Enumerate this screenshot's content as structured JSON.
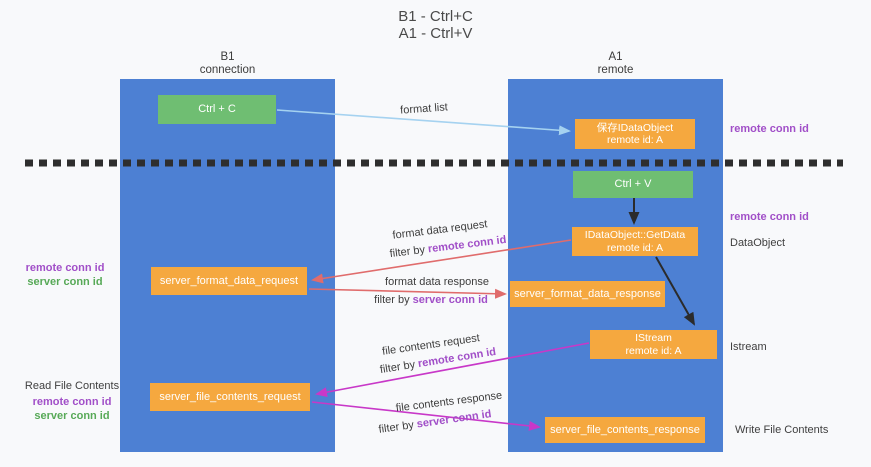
{
  "title": {
    "line1": "B1 - Ctrl+C",
    "line2": "A1 - Ctrl+V"
  },
  "lifelines": {
    "b1": {
      "name": "B1",
      "role": "connection"
    },
    "a1": {
      "name": "A1",
      "role": "remote"
    }
  },
  "nodes": {
    "ctrl_c": {
      "label": "Ctrl + C"
    },
    "ctrl_v": {
      "label": "Ctrl + V"
    },
    "save_idataobject": {
      "line1": "保存IDataObject",
      "line2": "remote id: A"
    },
    "getdata": {
      "line1": "IDataObject::GetData",
      "line2": "remote id: A"
    },
    "istream": {
      "line1": "IStream",
      "line2": "remote id: A"
    },
    "server_format_data_request": {
      "label": "server_format_data_request"
    },
    "server_format_data_response": {
      "label": "server_format_data_response"
    },
    "server_file_contents_request": {
      "label": "server_file_contents_request"
    },
    "server_file_contents_response": {
      "label": "server_file_contents_response"
    }
  },
  "edge_labels": {
    "format_list": "format list",
    "format_data_request": "format data request",
    "format_data_response": "format data response",
    "file_contents_request": "file contents request",
    "file_contents_response": "file contents response",
    "filter_by": "filter by",
    "remote_conn_id": "remote conn id",
    "server_conn_id": "server conn id"
  },
  "side_labels": {
    "remote_conn_id": "remote conn id",
    "server_conn_id": "server conn id",
    "data_object": "DataObject",
    "istream": "Istream",
    "read_file_contents": "Read File Contents",
    "write_file_contents": "Write File Contents"
  },
  "colors": {
    "lifeline_blue": "#4d80d3",
    "node_orange": "#f5a83f",
    "node_green": "#6fbe72",
    "arrow_light_blue": "#a5d2f0",
    "arrow_red": "#e06c6c",
    "arrow_magenta": "#c838c8",
    "arrow_black": "#2b2b2b",
    "text_purple": "#a14fc8",
    "text_green": "#57a957"
  }
}
